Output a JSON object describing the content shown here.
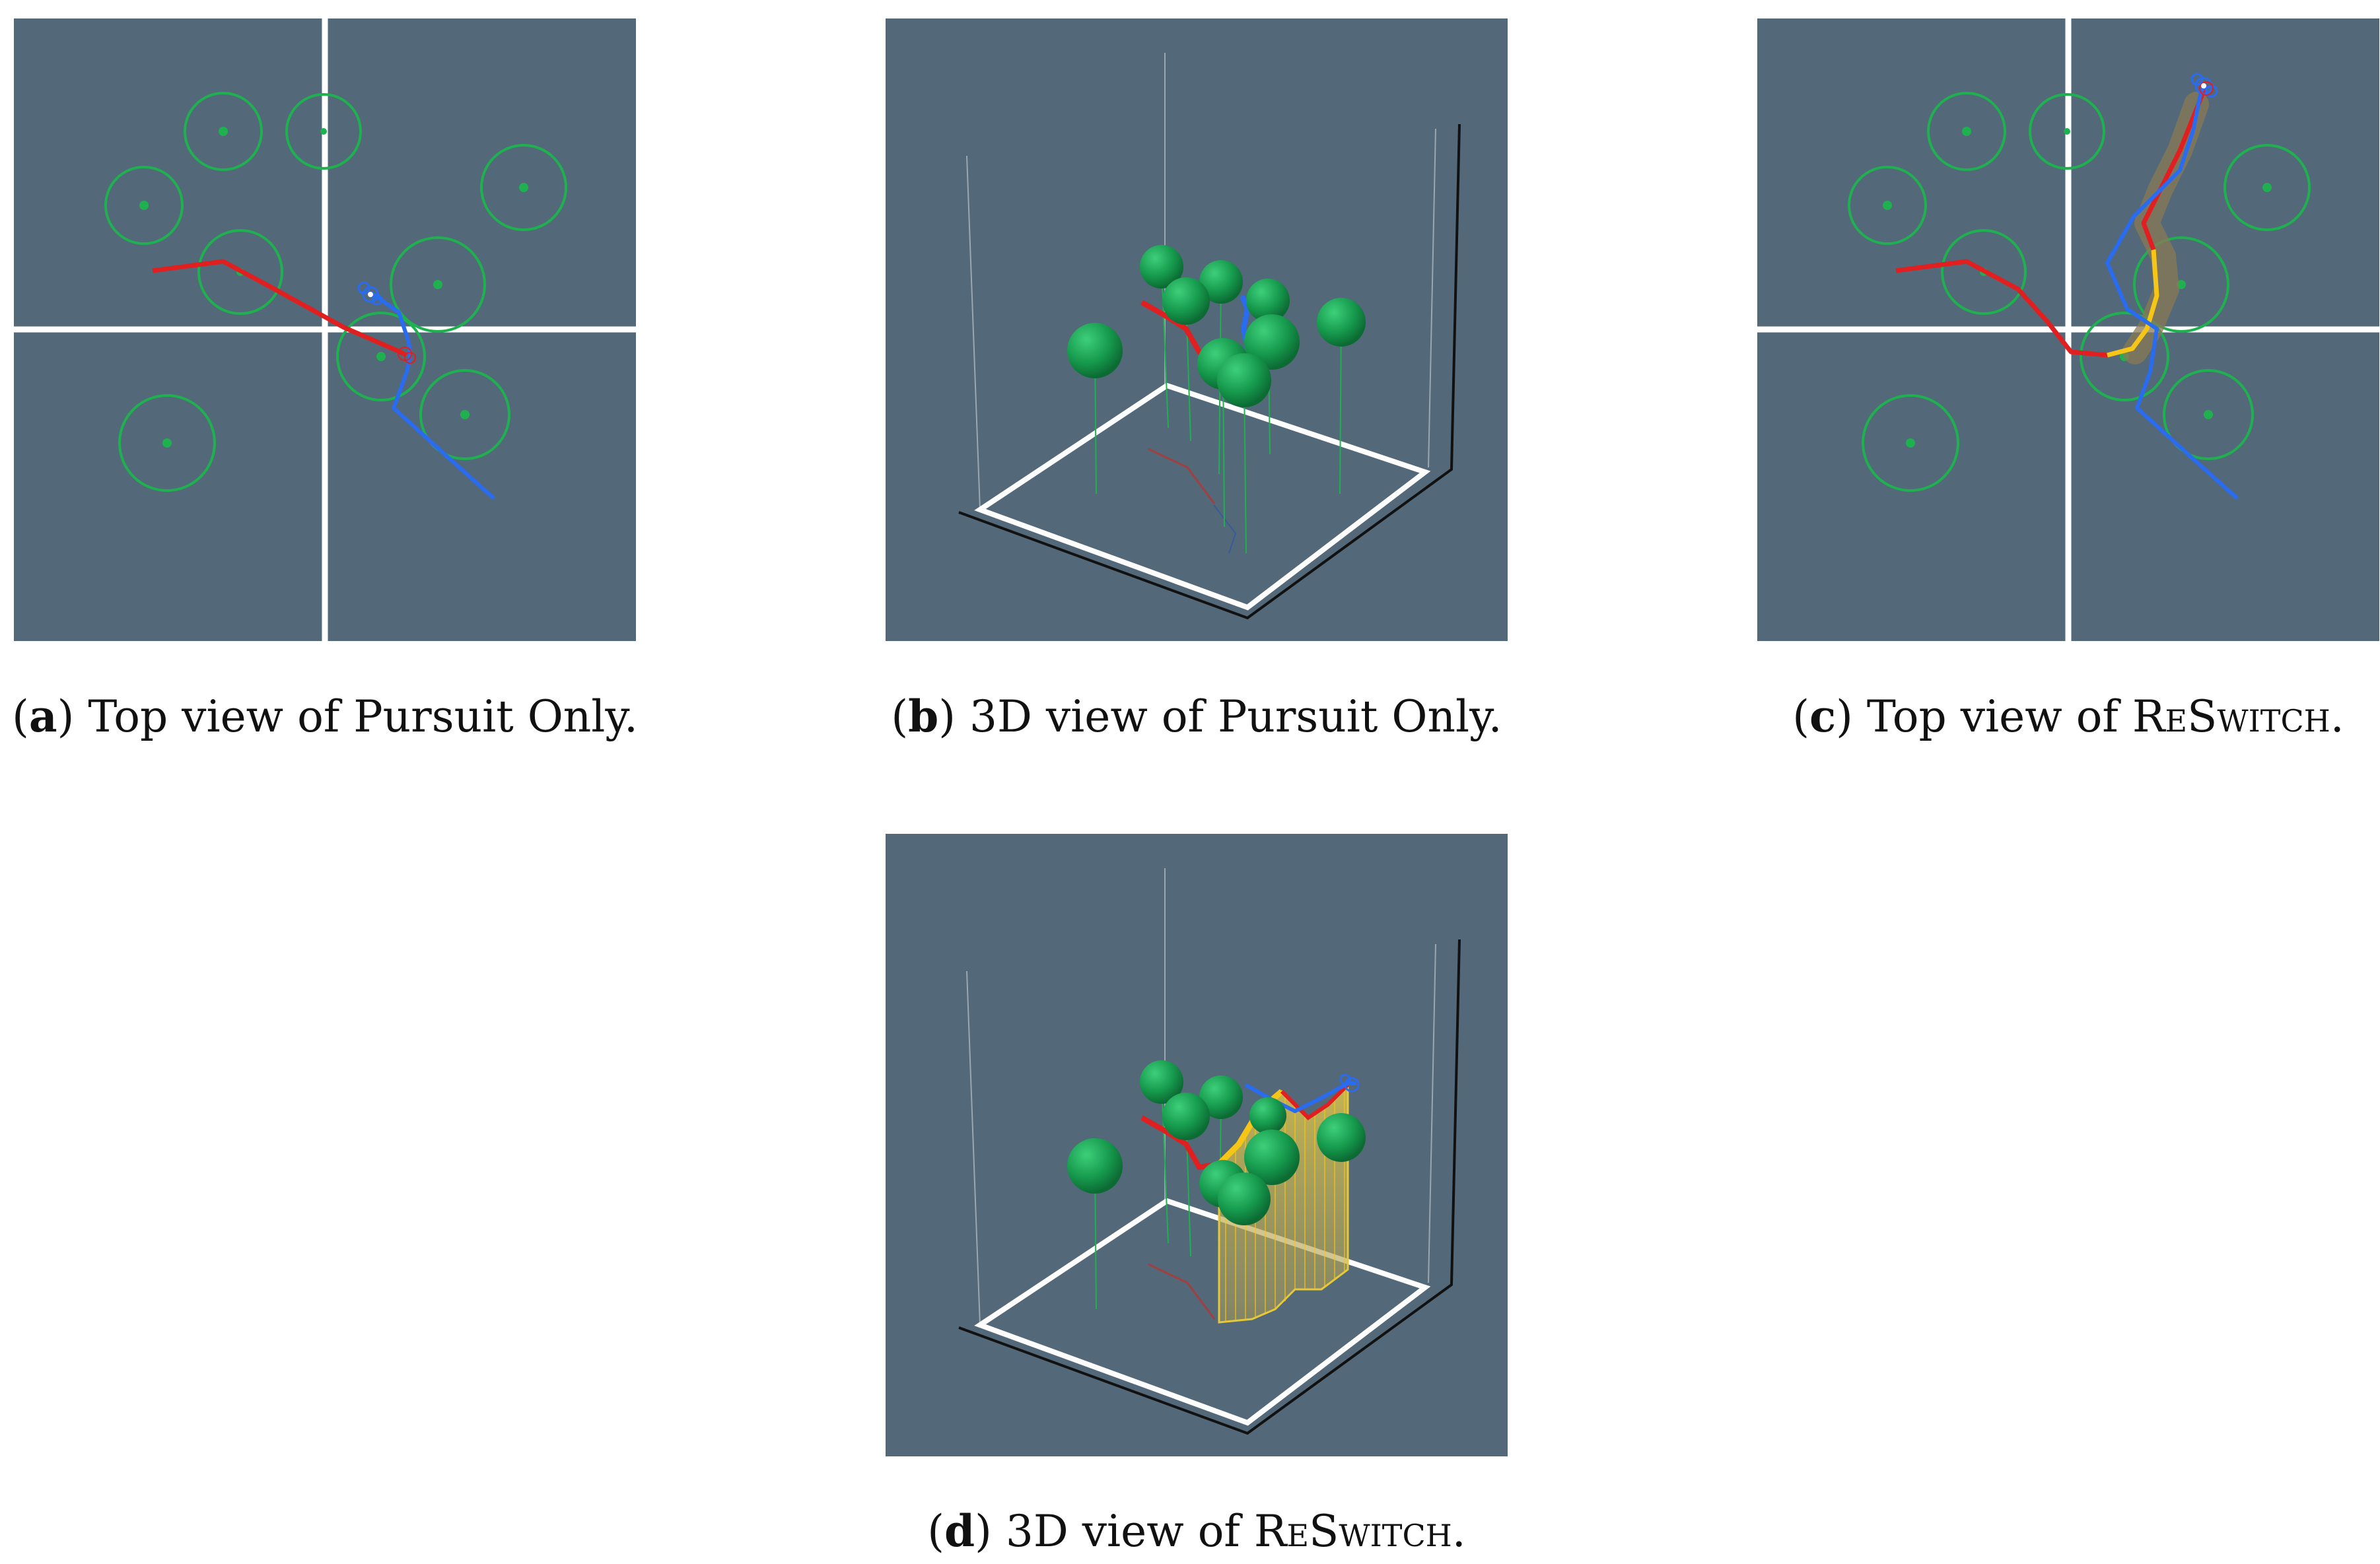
{
  "captions": {
    "a": {
      "label": "a",
      "text": "Top view of Pursuit Only."
    },
    "b": {
      "label": "b",
      "text": "3D view of Pursuit Only."
    },
    "c": {
      "label": "c",
      "text_prefix": "Top view of ",
      "name": "ReSwitch",
      "text_suffix": "."
    },
    "d": {
      "label": "d",
      "text_prefix": "3D view of ",
      "name": "ReSwitch",
      "text_suffix": "."
    }
  },
  "colors": {
    "background": "#536878",
    "obstacle": "#1fb050",
    "pursuer_path": "#e02020",
    "evader_path": "#2a6cf0",
    "switch_path": "#f5c518",
    "boundary": "#ffffff"
  }
}
